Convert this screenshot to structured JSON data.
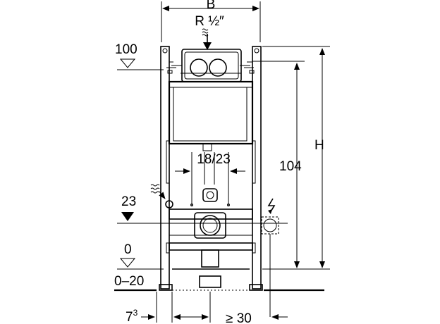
{
  "labels": {
    "width_symbol": "B",
    "pipe_thread": "R ½″",
    "level_top": "100",
    "height_symbol": "H",
    "height_value": "104",
    "bolt_spacing": "18/23",
    "drain_height": "23",
    "floor_level": "0",
    "floor_range": "0–20",
    "wall_offset_base": "7",
    "wall_offset_sup": "3",
    "min_distance": "≥ 30"
  },
  "icons": {
    "water_supply": "water-waves-icon",
    "electric": "lightning-bolt-icon",
    "cistern": "concealed-cistern",
    "flush_plate": "dual-flush-plate"
  },
  "colors": {
    "line": "#000000",
    "background": "#ffffff"
  }
}
